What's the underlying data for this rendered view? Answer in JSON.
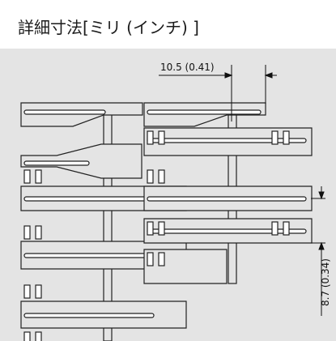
{
  "title": "詳細寸法[ミリ (インチ) ]",
  "dimensions": {
    "pitch_width": "10.5 (0.41)",
    "pitch_height": "8.7 (0.34)"
  }
}
